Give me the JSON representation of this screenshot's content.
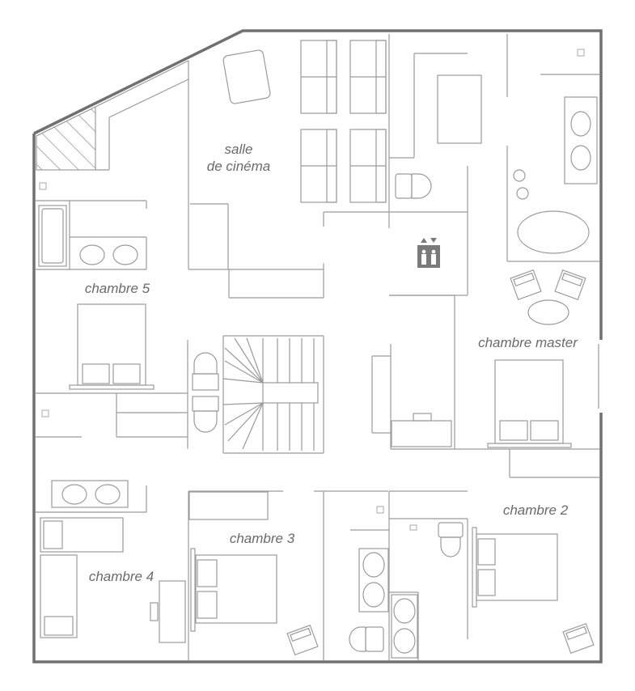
{
  "rooms": {
    "salle_cinema": {
      "line1": "salle",
      "line2": "de cinéma"
    },
    "chambre_5": "chambre 5",
    "chambre_master": "chambre master",
    "chambre_2": "chambre 2",
    "chambre_3": "chambre 3",
    "chambre_4": "chambre 4"
  },
  "icons": {
    "elevator": "elevator-icon",
    "vent": "vent-icon"
  },
  "colors": {
    "wall": "#707070",
    "line": "#9b9b9b",
    "label": "#6a6a6a",
    "elevator": "#7a7a7a"
  }
}
